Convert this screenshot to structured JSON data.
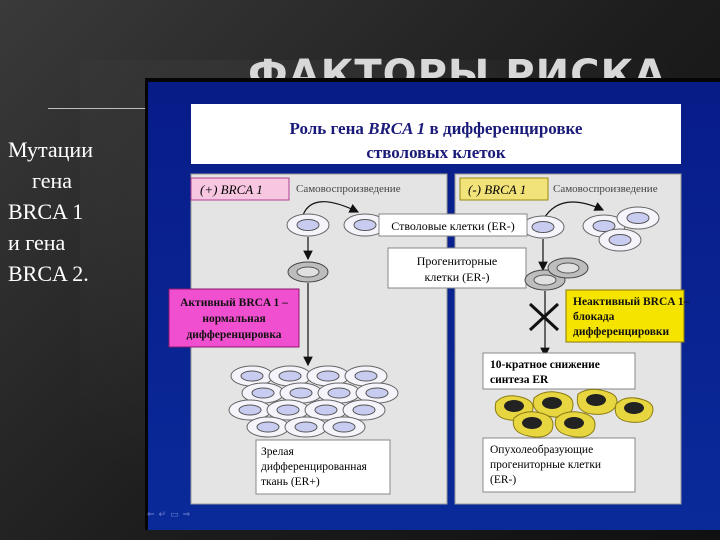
{
  "slide": {
    "title": "ФАКТОРЫ РИСКА",
    "left_text": [
      "Мутации",
      "гена",
      "BRCA 1",
      "и гена",
      "BRCA 2."
    ]
  },
  "diagram": {
    "title_parts": [
      "Роль гена ",
      "BRCA 1",
      " в дифференцировке"
    ],
    "title_line2": "стволовых клеток",
    "left_tag": "(+) BRCA 1",
    "right_tag": "(-) BRCA 1",
    "self_renewal_left": "Самовоспроизведение",
    "self_renewal_right": "Самовоспроизведение",
    "stem_cells": "Стволовые клетки (ER-)",
    "progenitor_line1": "Прогениторные",
    "progenitor_line2": "клетки (ER-)",
    "active_lines": [
      "Активный BRCA 1 –",
      "нормальная",
      "дифференцировка"
    ],
    "inactive_lines": [
      "Неактивный BRCA 1–",
      "блокада",
      "дифференцировки"
    ],
    "er_drop_lines": [
      "10-кратное снижение",
      "синтеза ER"
    ],
    "mature_lines": [
      "Зрелая",
      "дифференцированная",
      "ткань (ER+)"
    ],
    "tumor_lines": [
      "Опухолеобразующие",
      "прогениторные клетки",
      "(ER-)"
    ]
  },
  "colors": {
    "panel_blue": "#0a2a9a",
    "pink_tag": "#f7c6e0",
    "yellow_tag": "#f2e27a",
    "magenta_box": "#f04fd0",
    "yellow_box": "#f5e400",
    "cell_fill": "#c8ccf0",
    "tumor_cell": "#e8d640"
  },
  "icons": [
    "nav-back-icon",
    "nav-forward-icon",
    "nav-menu-icon",
    "nav-slide-icon"
  ]
}
